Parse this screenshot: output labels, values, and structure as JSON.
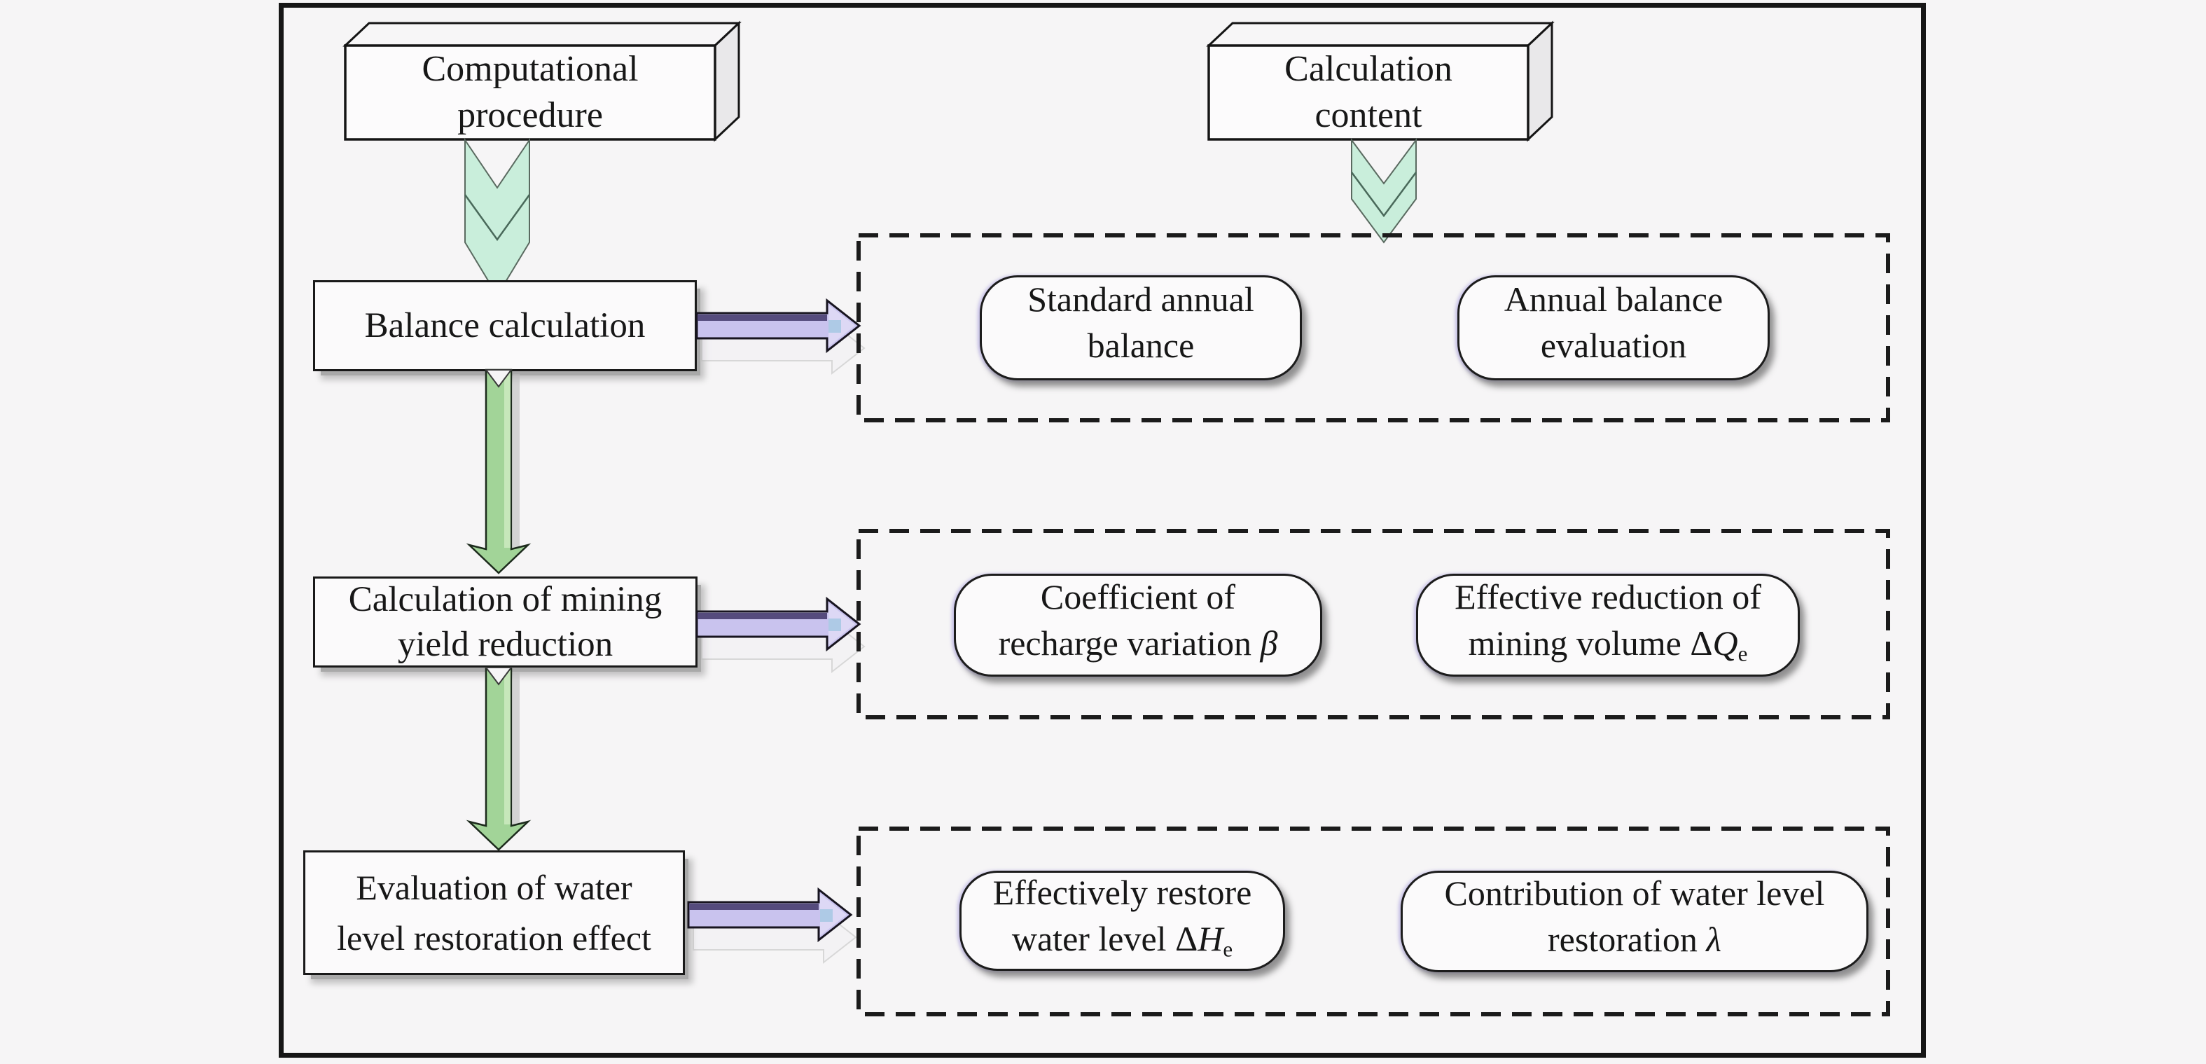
{
  "colors": {
    "chevron_mint": "#c9eedb",
    "arrow_green": "#a2d498",
    "arrow_green_highlight": "#c6e7ba",
    "arrow_purple": "#c9c3ee",
    "arrow_purple_dark": "#554b7d",
    "arrow_head_light": "#ddd8f5",
    "frame_border": "#161616"
  },
  "headers": {
    "procedure": {
      "line1": "Computational",
      "line2": "procedure"
    },
    "content": {
      "line1": "Calculation",
      "line2": "content"
    }
  },
  "steps": [
    {
      "line1": "Balance calculation",
      "line2": ""
    },
    {
      "line1": "Calculation of mining",
      "line2": "yield reduction"
    },
    {
      "line1": "Evaluation of water",
      "line2": "level restoration effect"
    }
  ],
  "outputs": [
    {
      "line1": "Standard annual",
      "line2": "balance",
      "sym_prefix": "",
      "sym_italic": "",
      "sym_sub": ""
    },
    {
      "line1": "Annual balance",
      "line2": "evaluation",
      "sym_prefix": "",
      "sym_italic": "",
      "sym_sub": ""
    },
    {
      "line1": "Coefficient of",
      "line2": "recharge variation ",
      "sym_prefix": "",
      "sym_italic": "β",
      "sym_sub": ""
    },
    {
      "line1": "Effective reduction of",
      "line2": "mining volume ",
      "sym_prefix": "Δ",
      "sym_italic": "Q",
      "sym_sub": "e"
    },
    {
      "line1": "Effectively restore",
      "line2": "water level ",
      "sym_prefix": "Δ",
      "sym_italic": "H",
      "sym_sub": "e"
    },
    {
      "line1": "Contribution of water level",
      "line2": "restoration ",
      "sym_prefix": "",
      "sym_italic": "λ",
      "sym_sub": ""
    }
  ]
}
